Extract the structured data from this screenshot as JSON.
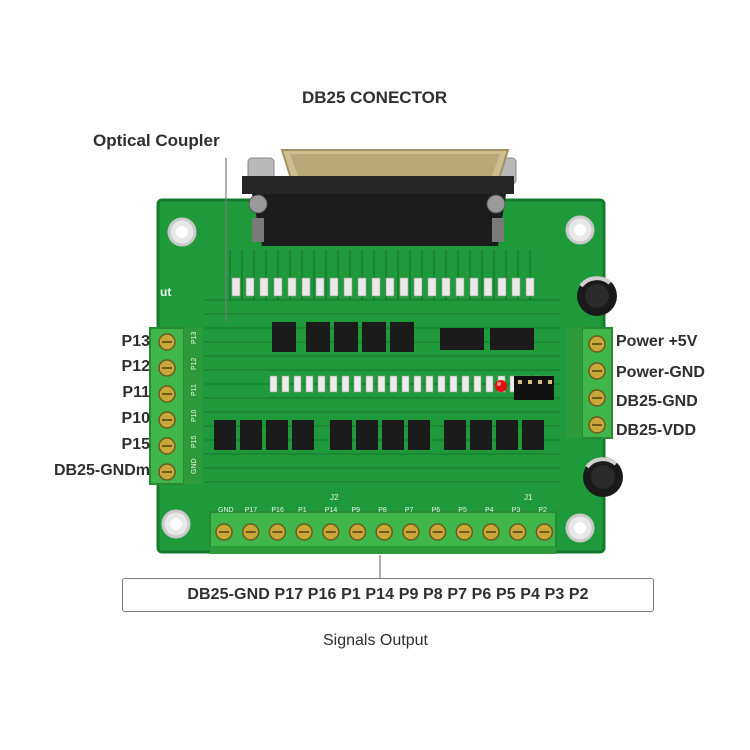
{
  "labels": {
    "top_title": "DB25 CONECTOR",
    "optical_coupler": "Optical Coupler",
    "bottom_title": "Signals Output",
    "pin_strip": "DB25-GND P17 P16 P1 P14 P9 P8 P7 P6 P5 P4 P3 P2"
  },
  "left_pins": [
    "P13",
    "P12",
    "P11",
    "P10",
    "P15",
    "DB25-GNDm"
  ],
  "right_pins": [
    "Power +5V",
    "Power-GND",
    "DB25-GND",
    "DB25-VDD"
  ],
  "silkscreen": {
    "bottom_header": [
      "GND",
      "P17",
      "P16",
      "P1",
      "P14",
      "P9",
      "P8",
      "P7",
      "P6",
      "P5",
      "P4",
      "P3",
      "P2"
    ],
    "side_header": [
      "P13",
      "P12",
      "P11",
      "P10",
      "P15",
      "GND"
    ],
    "connector_tags": [
      "J1",
      "J2"
    ],
    "edge_text": "ut"
  },
  "colors": {
    "board": "#1f9a3a",
    "board_dark": "#14772b",
    "terminal": "#3fb64a",
    "screw": "#c9a73a",
    "chip": "#1b1b1b",
    "led": "#e01010",
    "connector_metal": "#cdbf8f"
  }
}
